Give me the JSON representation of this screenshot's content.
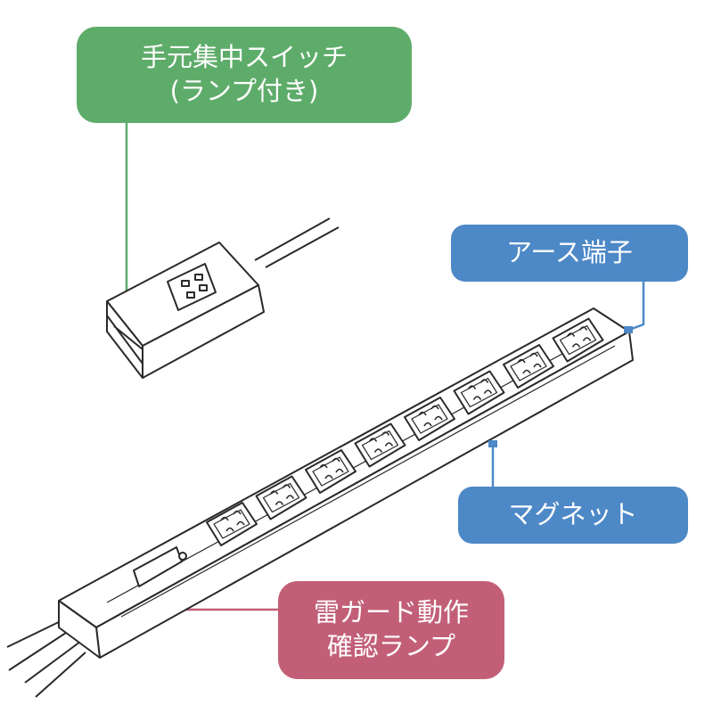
{
  "callouts": {
    "switch": {
      "line1": "手元集中スイッチ",
      "line2": "(ランプ付き)",
      "color": "#5eac6a"
    },
    "earth": {
      "label": "アース端子",
      "color": "#4d88c7"
    },
    "magnet": {
      "label": "マグネット",
      "color": "#4d88c7"
    },
    "lamp": {
      "line1": "雷ガード動作",
      "line2": "確認ランプ",
      "color": "#c25f77"
    }
  },
  "power_strip": {
    "outlet_count": 8
  }
}
